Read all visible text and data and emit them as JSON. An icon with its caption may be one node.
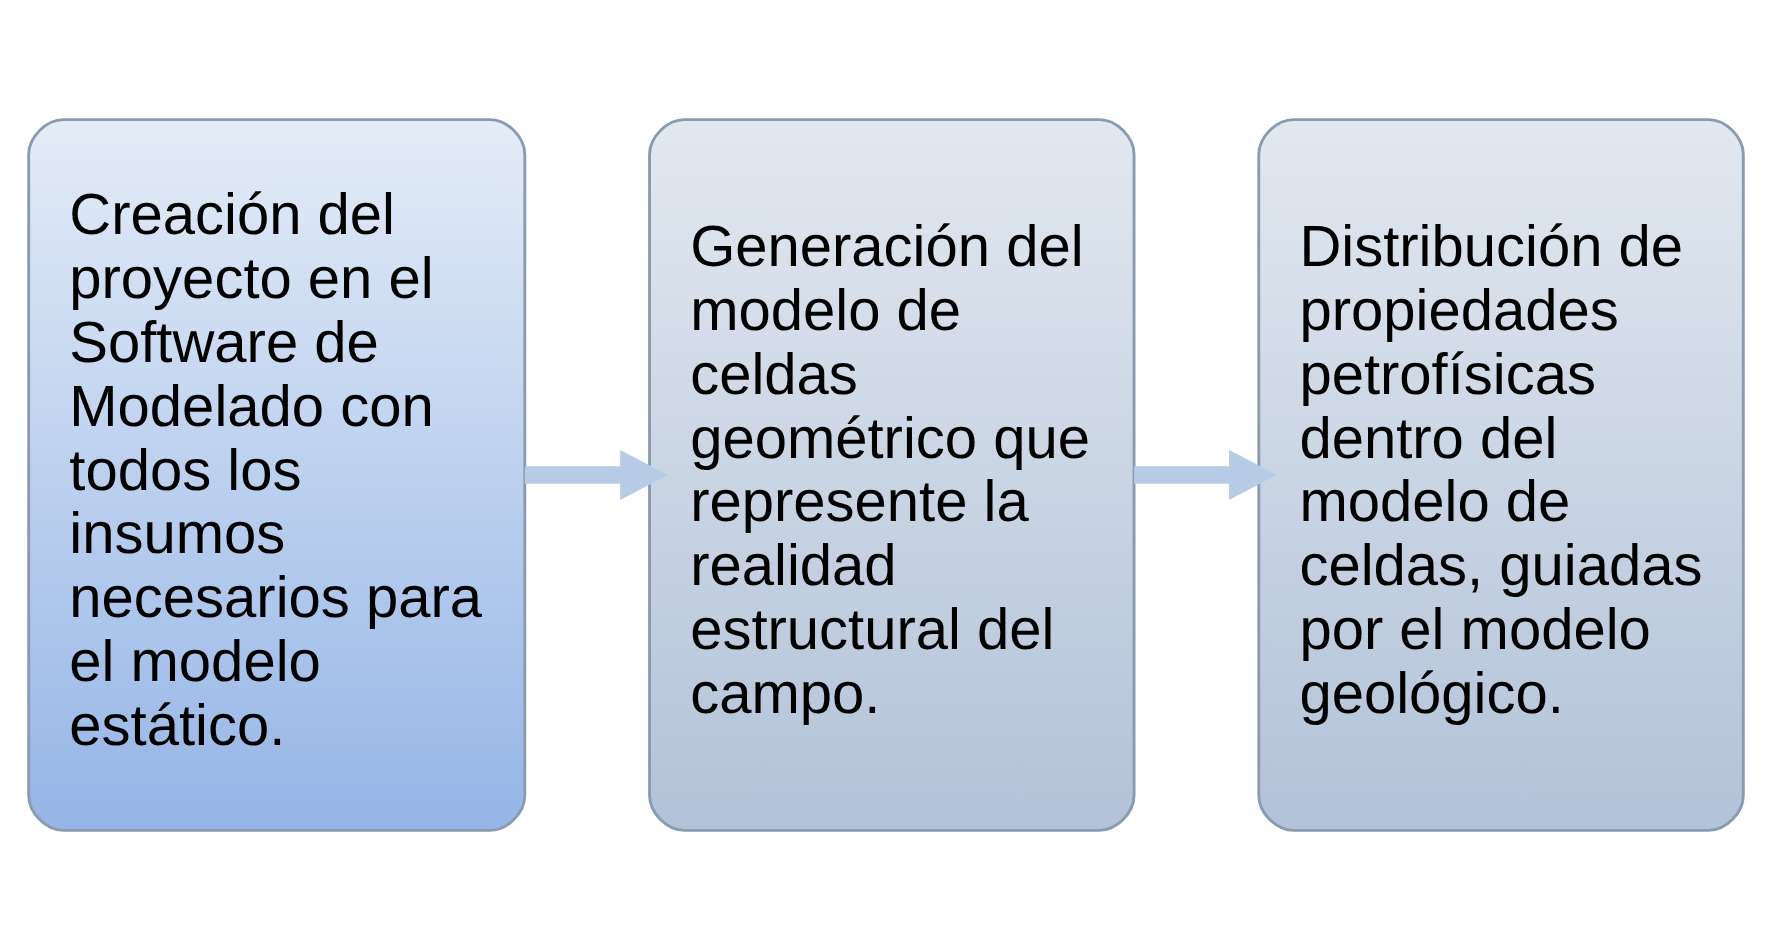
{
  "diagram": {
    "nodes": [
      {
        "text": [
          "Creación del proyecto en el Software de Modelado con todos los insumos necesarios para el modelo estático."
        ]
      },
      {
        "text": [
          "Generación del modelo de celdas geométrico que represente la realidad estructural del campo."
        ]
      },
      {
        "text": [
          "Distribución de propiedades petrofísicas dentro del modelo de celdas, guiadas por el modelo geológico."
        ]
      }
    ],
    "edges": [
      {
        "from": 0,
        "to": 1,
        "arrow": "to"
      },
      {
        "from": 1,
        "to": 2,
        "arrow": "to"
      }
    ]
  }
}
